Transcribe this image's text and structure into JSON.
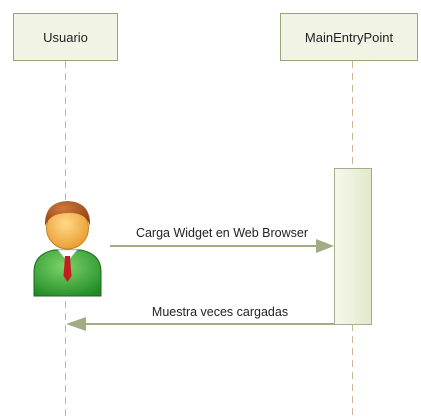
{
  "participants": [
    {
      "id": "usuario",
      "label": "Usuario",
      "type": "actor"
    },
    {
      "id": "main",
      "label": "MainEntryPoint",
      "type": "object"
    }
  ],
  "messages": [
    {
      "label": "Carga Widget en Web Browser",
      "from": "Usuario",
      "to": "MainEntryPoint"
    },
    {
      "label": "Muestra veces cargadas",
      "from": "MainEntryPoint",
      "to": "Usuario"
    }
  ],
  "colors": {
    "box_fill": "#f1f4e4",
    "box_stroke": "#98a47a",
    "lifeline": "#c9b695",
    "arrow": "#a0ad84",
    "activation_fill": "#eef2df",
    "actor_skin": "#f2b44e",
    "actor_hair": "#a8501d",
    "actor_body": "#3ca83c",
    "actor_tie": "#c41e1e"
  },
  "icons": {
    "actor": "user-actor-icon"
  }
}
